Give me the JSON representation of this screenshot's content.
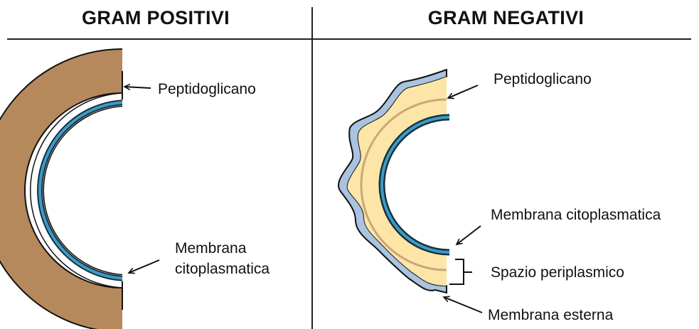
{
  "titles": {
    "left": "GRAM POSITIVI",
    "right": "GRAM NEGATIVI"
  },
  "gram_positive": {
    "labels": {
      "peptidoglycan": "Peptidoglicano",
      "membrane_line1": "Membrana",
      "membrane_line2": "citoplasmatica"
    }
  },
  "gram_negative": {
    "labels": {
      "peptidoglycan": "Peptidoglicano",
      "cytoplasmic_membrane": "Membrana citoplasmatica",
      "periplasmic_space": "Spazio periplasmico",
      "outer_membrane": "Membrana esterna"
    }
  },
  "colors": {
    "peptidoglycan_thick": "#b5895b",
    "peptidoglycan_thin_fill": "#fde5a8",
    "peptidoglycan_line": "#c9a77a",
    "membrane_blue": "#3c9cc4",
    "membrane_dark": "#16303f",
    "outer_membrane_fill": "#a9c3e0",
    "outline": "#111111"
  }
}
